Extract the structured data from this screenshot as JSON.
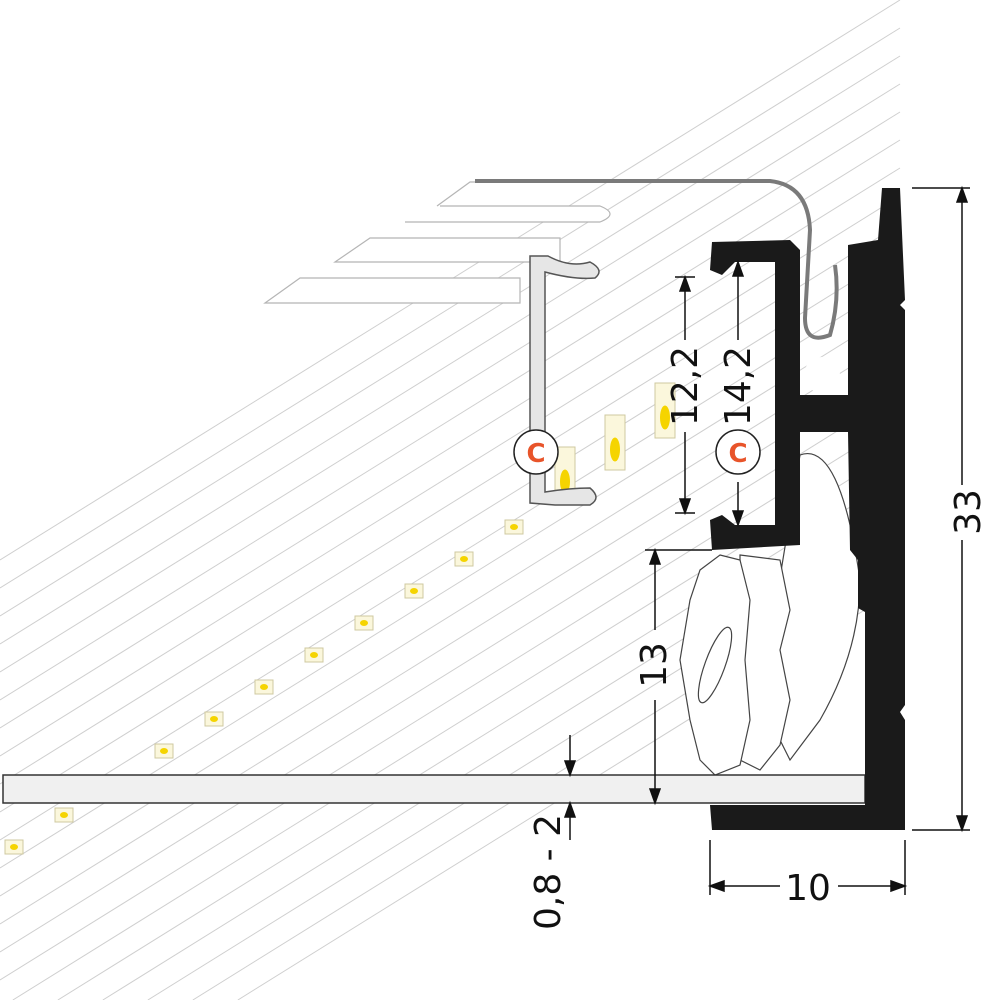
{
  "dimensions": {
    "height_total": "33",
    "width": "10",
    "height_to_channel": "13",
    "panel_thickness": "0,8 - 2",
    "inner_width": "12,2",
    "outer_width": "14,2"
  },
  "badge": {
    "letter": "C"
  },
  "colors": {
    "profile": "#1a1a1a",
    "cover": "#e6e6e6",
    "led_chip": "#fbf7dc",
    "led_emitter": "#f5d400",
    "badge_accent": "#e8542a",
    "seal": "#7a7a7a",
    "guide_lines": "#cfcfcf"
  }
}
